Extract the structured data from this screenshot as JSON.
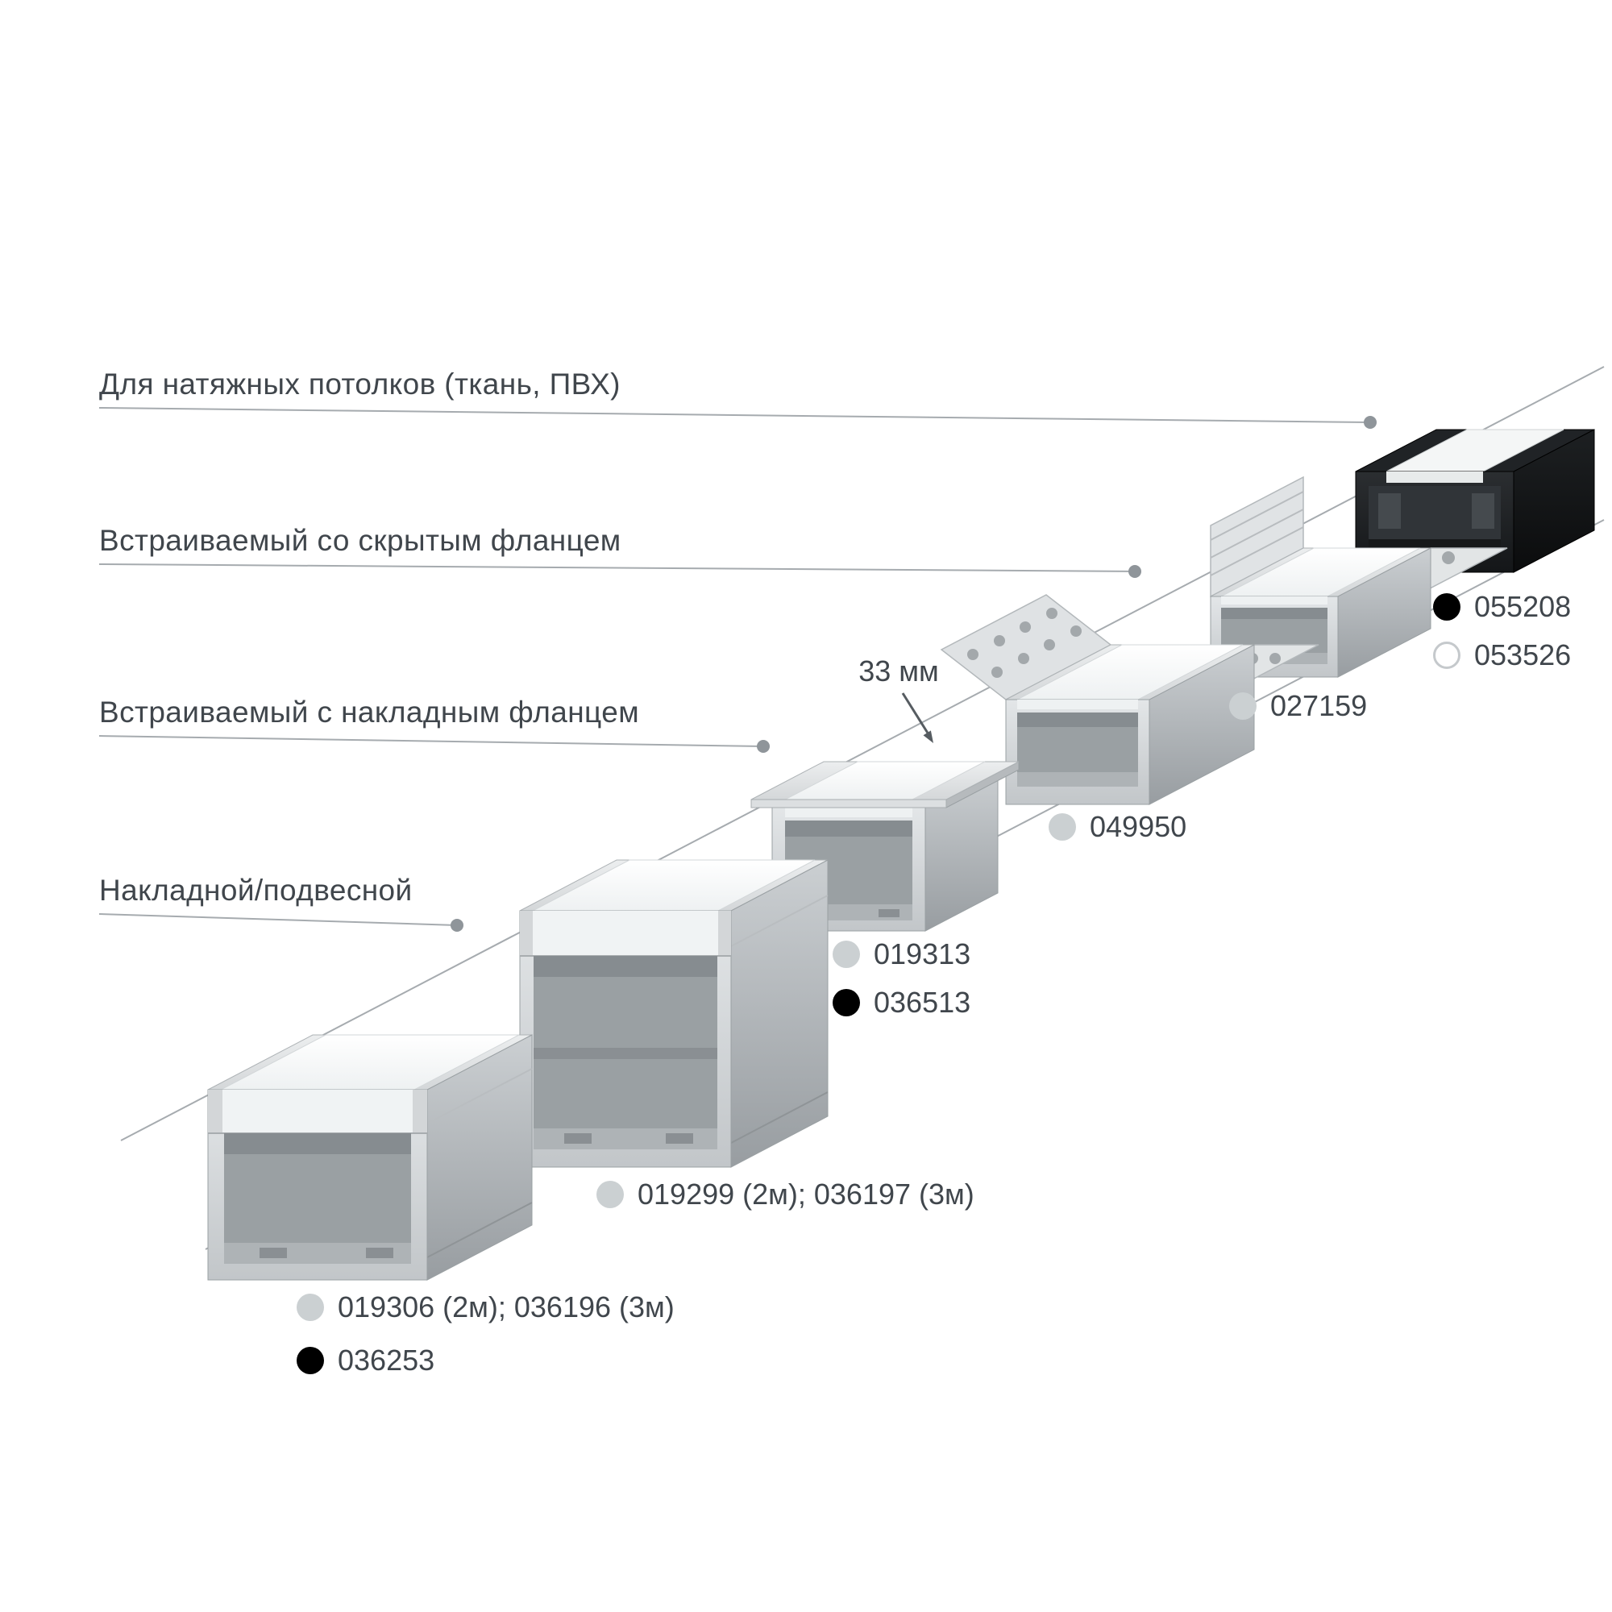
{
  "page": {
    "background": "#ffffff"
  },
  "categories": [
    {
      "id": "stretch-ceilings",
      "label": "Для натяжных потолков (ткань, ПВХ)"
    },
    {
      "id": "recessed-hidden-flange",
      "label": "Встраиваемый со скрытым фланцем"
    },
    {
      "id": "recessed-surface-flange",
      "label": "Встраиваемый с накладным фланцем"
    },
    {
      "id": "surface-suspended",
      "label": "Накладной/подвесной"
    }
  ],
  "dimension_note": {
    "label": "33 мм"
  },
  "products": [
    {
      "id": "profile-surface-large",
      "category": "surface-suspended",
      "articles": [
        {
          "swatch": "silver",
          "code": "019306 (2м); 036196 (3м)"
        },
        {
          "swatch": "black",
          "code": "036253"
        }
      ]
    },
    {
      "id": "profile-surface-tall",
      "category": "surface-suspended",
      "articles": [
        {
          "swatch": "silver",
          "code": "019299 (2м); 036197 (3м)"
        }
      ]
    },
    {
      "id": "profile-recessed-surface-flange",
      "category": "recessed-surface-flange",
      "articles": [
        {
          "swatch": "silver",
          "code": "019313"
        },
        {
          "swatch": "black",
          "code": "036513"
        }
      ]
    },
    {
      "id": "profile-recessed-hidden-flange-a",
      "category": "recessed-hidden-flange",
      "articles": [
        {
          "swatch": "silver",
          "code": "049950"
        }
      ]
    },
    {
      "id": "profile-recessed-hidden-flange-b",
      "category": "recessed-hidden-flange",
      "articles": [
        {
          "swatch": "silver",
          "code": "027159"
        }
      ]
    },
    {
      "id": "profile-stretch-ceiling",
      "category": "stretch-ceilings",
      "articles": [
        {
          "swatch": "black",
          "code": "055208"
        },
        {
          "swatch": "white",
          "code": "053526"
        }
      ]
    }
  ],
  "swatch_colors": {
    "silver": "#cbd0d2",
    "black": "#000000",
    "white": "#ffffff"
  },
  "line_color": "#a6abaf",
  "text_color": "#40464c"
}
